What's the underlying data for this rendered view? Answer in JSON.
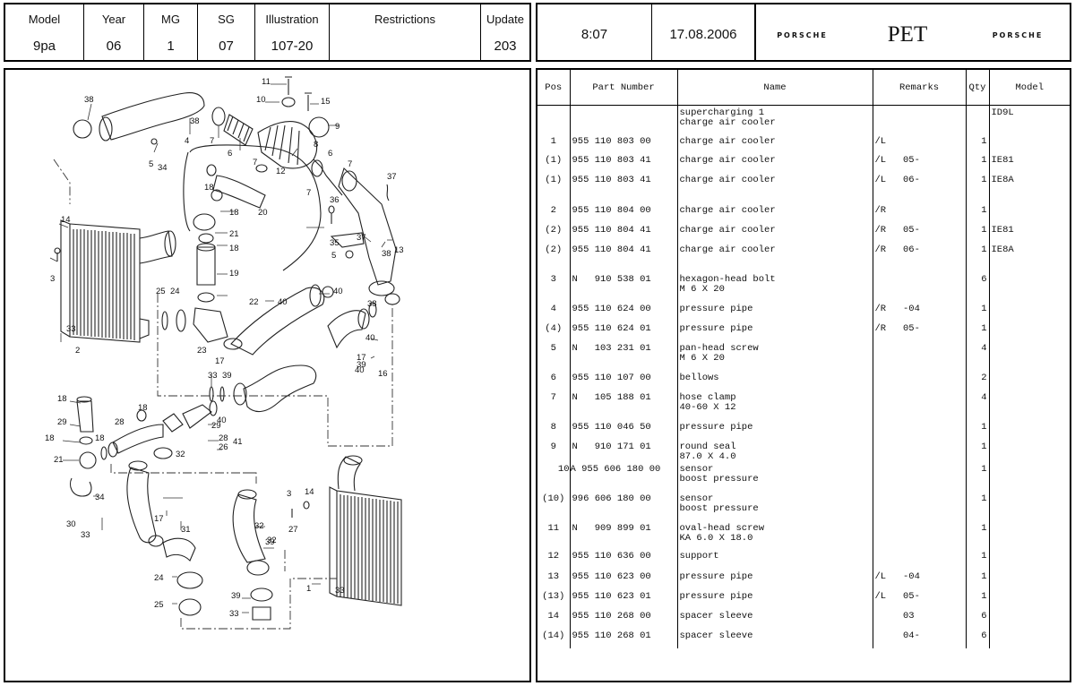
{
  "header": {
    "columns": [
      {
        "label": "Model",
        "value": "9pa"
      },
      {
        "label": "Year",
        "value": "06"
      },
      {
        "label": "MG",
        "value": "1"
      },
      {
        "label": "SG",
        "value": "07"
      },
      {
        "label": "Illustration",
        "value": "107-20"
      },
      {
        "label": "Restrictions",
        "value": ""
      },
      {
        "label": "Update",
        "value": "203"
      }
    ],
    "time": "8:07",
    "date": "17.08.2006",
    "brand_left": "PORSCHE",
    "app_name": "PET",
    "brand_right": "PORSCHE"
  },
  "table": {
    "headers": {
      "pos": "Pos",
      "part": "Part Number",
      "name": "Name",
      "remarks": "Remarks",
      "qty": "Qty",
      "model": "Model"
    },
    "rows": [
      {
        "pos": "",
        "part": "",
        "name": "supercharging 1\ncharge air cooler",
        "remarks": "",
        "qty": "",
        "model": "ID9L"
      },
      {
        "pos": "1",
        "part": "955 110 803 00",
        "name": "charge air cooler",
        "remarks": "/L",
        "qty": "1",
        "model": ""
      },
      {
        "pos": "(1)",
        "part": "955 110 803 41",
        "name": "charge air cooler",
        "remarks": "/L   05-",
        "qty": "1",
        "model": "IE81"
      },
      {
        "pos": "(1)",
        "part": "955 110 803 41",
        "name": "charge air cooler",
        "remarks": "/L   06-",
        "qty": "1",
        "model": "IE8A"
      },
      {
        "pos": "2",
        "part": "955 110 804 00",
        "name": "charge air cooler",
        "remarks": "/R",
        "qty": "1",
        "model": ""
      },
      {
        "pos": "(2)",
        "part": "955 110 804 41",
        "name": "charge air cooler",
        "remarks": "/R   05-",
        "qty": "1",
        "model": "IE81"
      },
      {
        "pos": "(2)",
        "part": "955 110 804 41",
        "name": "charge air cooler",
        "remarks": "/R   06-",
        "qty": "1",
        "model": "IE8A"
      },
      {
        "pos": "3",
        "part": "N   910 538 01",
        "name": "hexagon-head bolt\nM 6 X 20",
        "remarks": "",
        "qty": "6",
        "model": ""
      },
      {
        "pos": "4",
        "part": "955 110 624 00",
        "name": "pressure pipe",
        "remarks": "/R   -04",
        "qty": "1",
        "model": ""
      },
      {
        "pos": "(4)",
        "part": "955 110 624 01",
        "name": "pressure pipe",
        "remarks": "/R   05-",
        "qty": "1",
        "model": ""
      },
      {
        "pos": "5",
        "part": "N   103 231 01",
        "name": "pan-head screw\nM 6 X 20",
        "remarks": "",
        "qty": "4",
        "model": ""
      },
      {
        "pos": "6",
        "part": "955 110 107 00",
        "name": "bellows",
        "remarks": "",
        "qty": "2",
        "model": ""
      },
      {
        "pos": "7",
        "part": "N   105 188 01",
        "name": "hose clamp\n40-60 X 12",
        "remarks": "",
        "qty": "4",
        "model": ""
      },
      {
        "pos": "8",
        "part": "955 110 046 50",
        "name": "pressure pipe",
        "remarks": "",
        "qty": "1",
        "model": ""
      },
      {
        "pos": "9",
        "part": "N   910 171 01",
        "name": "round seal\n87.0 X 4.0",
        "remarks": "",
        "qty": "1",
        "model": ""
      },
      {
        "pos": "10",
        "part": "A 955 606 180 00",
        "name": "sensor\nboost pressure",
        "remarks": "",
        "qty": "1",
        "model": ""
      },
      {
        "pos": "(10)",
        "part": "996 606 180 00",
        "name": "sensor\nboost pressure",
        "remarks": "",
        "qty": "1",
        "model": ""
      },
      {
        "pos": "11",
        "part": "N   909 899 01",
        "name": "oval-head screw\nKA 6.0 X 18.0",
        "remarks": "",
        "qty": "1",
        "model": ""
      },
      {
        "pos": "12",
        "part": "955 110 636 00",
        "name": "support",
        "remarks": "",
        "qty": "1",
        "model": ""
      },
      {
        "pos": "13",
        "part": "955 110 623 00",
        "name": "pressure pipe",
        "remarks": "/L   -04",
        "qty": "1",
        "model": ""
      },
      {
        "pos": "(13)",
        "part": "955 110 623 01",
        "name": "pressure pipe",
        "remarks": "/L   05-",
        "qty": "1",
        "model": ""
      },
      {
        "pos": "14",
        "part": "955 110 268 00",
        "name": "spacer sleeve",
        "remarks": "     03",
        "qty": "6",
        "model": ""
      },
      {
        "pos": "(14)",
        "part": "955 110 268 01",
        "name": "spacer sleeve",
        "remarks": "     04-",
        "qty": "6",
        "model": ""
      }
    ]
  },
  "diagram": {
    "callouts": [
      "1",
      "2",
      "3",
      "3",
      "4",
      "5",
      "5",
      "6",
      "6",
      "7",
      "7",
      "7",
      "7",
      "8",
      "9",
      "10",
      "11",
      "12",
      "13",
      "14",
      "14",
      "15",
      "16",
      "17",
      "17",
      "17",
      "18",
      "18",
      "18",
      "18",
      "18",
      "18",
      "18",
      "19",
      "20",
      "21",
      "21",
      "22",
      "23",
      "24",
      "24",
      "25",
      "25",
      "26",
      "27",
      "28",
      "28",
      "29",
      "29",
      "30",
      "31",
      "32",
      "32",
      "32",
      "33",
      "33",
      "33",
      "33",
      "33",
      "34",
      "34",
      "35",
      "36",
      "37",
      "37",
      "38",
      "38",
      "38",
      "38",
      "39",
      "39",
      "39",
      "39",
      "40",
      "40",
      "40",
      "40",
      "40",
      "41"
    ]
  }
}
